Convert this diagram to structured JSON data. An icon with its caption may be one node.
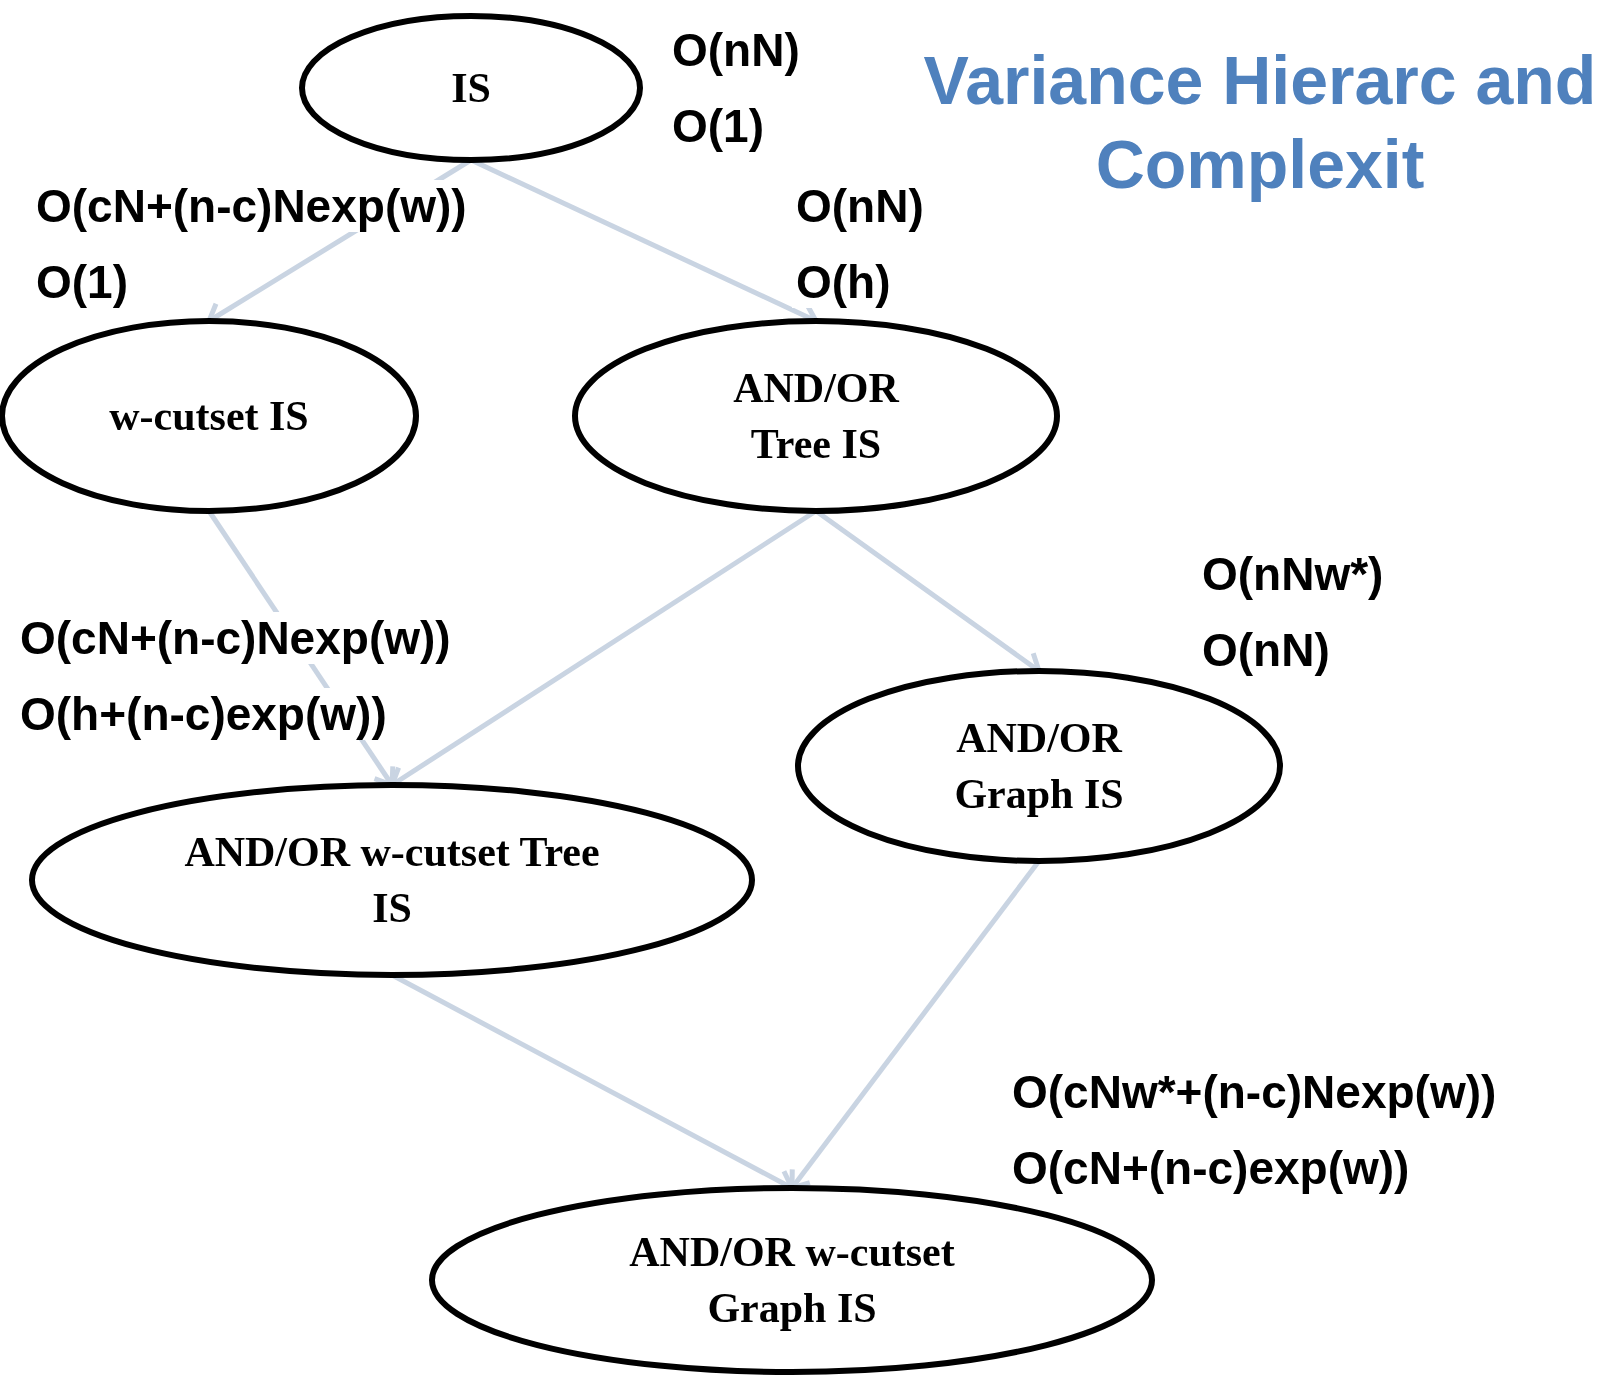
{
  "diagram": {
    "title": "Variance Hierarc and Complexit",
    "nodes": [
      {
        "text": [
          "IS"
        ],
        "beside": [
          "O(nN)",
          "O(1)"
        ]
      },
      {
        "text": [
          "w-cutset IS"
        ],
        "beside": [
          "O(cN+(n-c)Nexp(w))",
          "O(1)"
        ]
      },
      {
        "text": [
          "AND/OR Tree IS"
        ],
        "beside": [
          "O(nN)",
          "O(h)"
        ]
      },
      {
        "text": [
          "AND/OR w-cutset Tree IS"
        ],
        "beside": [
          "O(cN+(n-c)Nexp(w))",
          "O(h+(n-c)exp(w))"
        ]
      },
      {
        "text": [
          "AND/OR Graph IS"
        ],
        "beside": [
          "O(nNw*)",
          "O(nN)"
        ]
      },
      {
        "text": [
          "AND/OR w-cutset Graph IS"
        ],
        "beside": [
          "O(cNw*+(n-c)Nexp(w))",
          "O(cN+(n-c)exp(w))"
        ]
      }
    ],
    "edges": [
      {
        "from": 0,
        "to": 1,
        "arrow": "to"
      },
      {
        "from": 0,
        "to": 2,
        "arrow": "to"
      },
      {
        "from": 1,
        "to": 3,
        "arrow": "to"
      },
      {
        "from": 2,
        "to": 3,
        "arrow": "to"
      },
      {
        "from": 2,
        "to": 4,
        "arrow": "to"
      },
      {
        "from": 3,
        "to": 5,
        "arrow": "to"
      },
      {
        "from": 4,
        "to": 5,
        "arrow": "to"
      }
    ]
  }
}
